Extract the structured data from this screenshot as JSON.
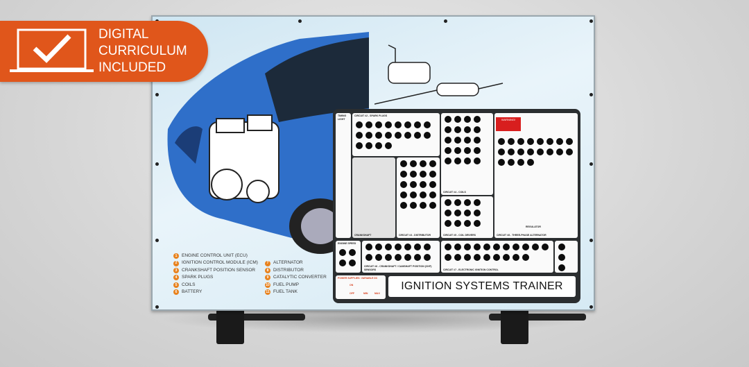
{
  "badge": {
    "lines": [
      "DIGITAL",
      "CURRICULUM",
      "INCLUDED"
    ],
    "icon": "laptop-check-icon",
    "color": "#e0561b"
  },
  "legend": {
    "items": [
      {
        "num": "1",
        "label": "ENGINE CONTROL UNIT (ECU)"
      },
      {
        "num": "2",
        "label": "IGNITION CONTROL MODULE (ICM)"
      },
      {
        "num": "3",
        "label": "CRANKSHAFT POSITION SENSOR"
      },
      {
        "num": "4",
        "label": "SPARK PLUGS"
      },
      {
        "num": "5",
        "label": "COILS"
      },
      {
        "num": "6",
        "label": "BATTERY"
      },
      {
        "num": "7",
        "label": "ALTERNATOR"
      },
      {
        "num": "8",
        "label": "DISTRIBUTOR"
      },
      {
        "num": "9",
        "label": "CATALYTIC CONVERTER"
      },
      {
        "num": "10",
        "label": "FUEL PUMP"
      },
      {
        "num": "11",
        "label": "FUEL TANK"
      }
    ]
  },
  "panel": {
    "title": "IGNITION SYSTEMS TRAINER",
    "timing_light": "TIMING LIGHT",
    "circuit2": "CIRCUIT #2 - SPARK PLUGS",
    "circuit3": "CIRCUIT #3 - DISTRIBUTOR",
    "circuit4": "CIRCUIT #4 - COILS",
    "circuit5": "CIRCUIT #5 - COIL DRIVERS",
    "circuit6": "CIRCUIT #6 - CRANKSHAFT / CAMSHAFT POSITION (CKP) SENSORS",
    "circuit7": "CIRCUIT #7 - ELECTRONIC IGNITION CONTROL",
    "circuit8": "CIRCUIT #8 - THREE-PHASE ALTERNATOR",
    "engine_speed": "ENGINE SPEED",
    "power": "POWER SUPPLIES: VARIABLE DC",
    "on": "ON",
    "off": "OFF",
    "min": "MIN",
    "max": "MAX",
    "warning": "WARNING!",
    "regulator": "REGULATOR",
    "crankshaft": "CRANKSHAFT"
  }
}
